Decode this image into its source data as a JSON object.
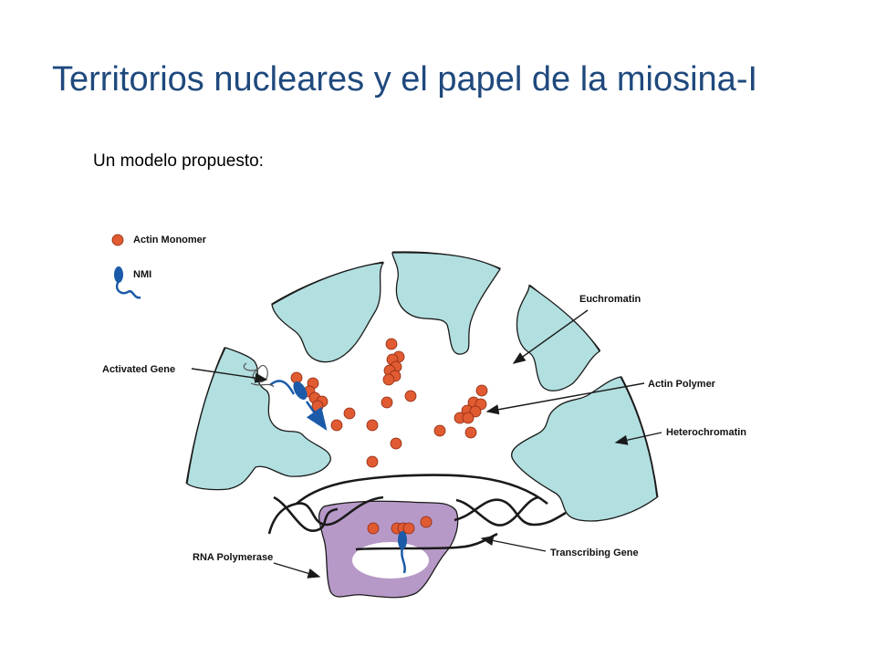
{
  "slide": {
    "title": "Territorios nucleares y el papel de la miosina-I",
    "subtitle": "Un modelo propuesto:"
  },
  "diagram": {
    "legend": {
      "actin_monomer": "Actin Monomer",
      "nmi": "NMI"
    },
    "labels": {
      "activated_gene": "Activated Gene",
      "euchromatin": "Euchromatin",
      "actin_polymer": "Actin Polymer",
      "heterochromatin": "Heterochromatin",
      "rna_polymerase": "RNA Polymerase",
      "transcribing_gene": "Transcribing Gene"
    },
    "colors": {
      "title": "#1f497d",
      "heterochromatin_fill": "#b2dfe0",
      "actin": "#e05a32",
      "nmi": "#1a5aa8",
      "rna_polymerase": "#b799c8",
      "outline": "#1a1a1a"
    }
  }
}
